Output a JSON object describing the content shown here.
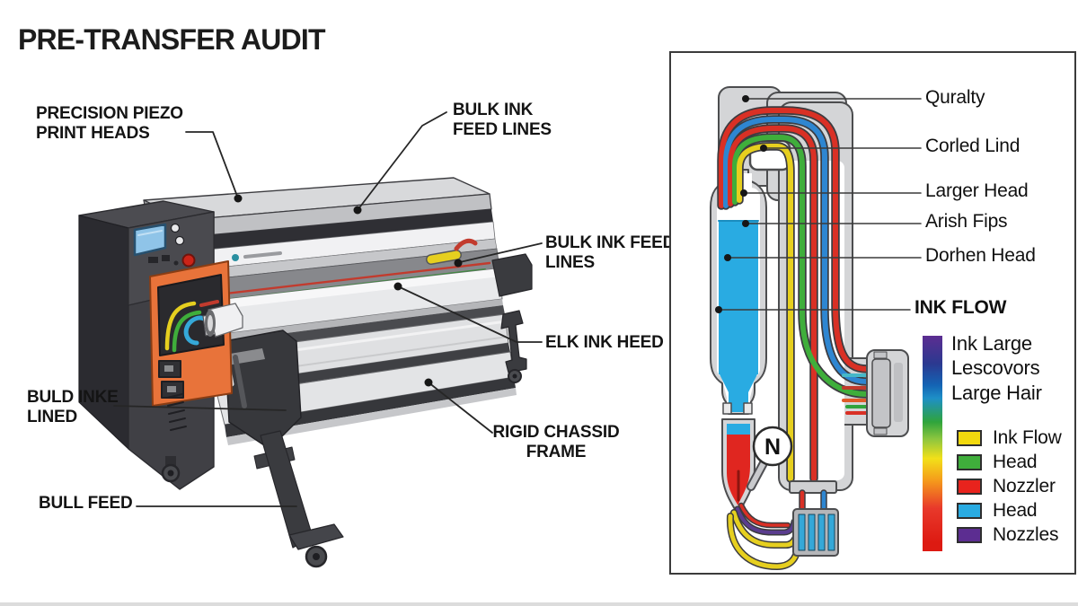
{
  "title": "PRE-TRANSFER AUDIT",
  "machine": {
    "labels": [
      {
        "id": "precision-piezo-print-heads",
        "text": "PRECISION PIEZO\nPRINT HEADS"
      },
      {
        "id": "bulk-ink-feed-lines-top",
        "text": "BULK INK\nFEED LINES"
      },
      {
        "id": "bulk-ink-feed-lines-right",
        "text": "BULK INK FEED\nLINES"
      },
      {
        "id": "elk-ink-heed",
        "text": "ELK INK HEED"
      },
      {
        "id": "rigid-chassid-frame",
        "text": "RIGID CHASSID\nFRAME"
      },
      {
        "id": "buld-inke-lined",
        "text": "BULD INKE\nLINED"
      },
      {
        "id": "bull-feed",
        "text": "BULL FEED"
      }
    ]
  },
  "diagram": {
    "labels": [
      "Quralty",
      "Corled Lind",
      "Larger Head",
      "Arish Fips",
      "Dorhen Head",
      "INK FLOW"
    ],
    "badge": "N",
    "gradient_caption": "Ink Large\nLescovors\nLarge Hair",
    "legend": [
      {
        "label": "Ink Flow",
        "color": "#f2d90e"
      },
      {
        "label": "Head",
        "color": "#3fae3b"
      },
      {
        "label": "Nozzler",
        "color": "#e8231d"
      },
      {
        "label": "Head",
        "color": "#29abe2"
      },
      {
        "label": "Nozzles",
        "color": "#5c2d91"
      }
    ],
    "colors": {
      "ink_cyan": "#29abe2",
      "tube_yellow": "#e6cf1f",
      "tube_green": "#3fae3b",
      "tube_red": "#d93025",
      "tube_blue": "#2e86d1",
      "dropper_red": "#e02620",
      "accent_orange": "#e8733a",
      "gradient_top": "#5c2d91",
      "gradient_bottom": "#dd1a12"
    }
  }
}
